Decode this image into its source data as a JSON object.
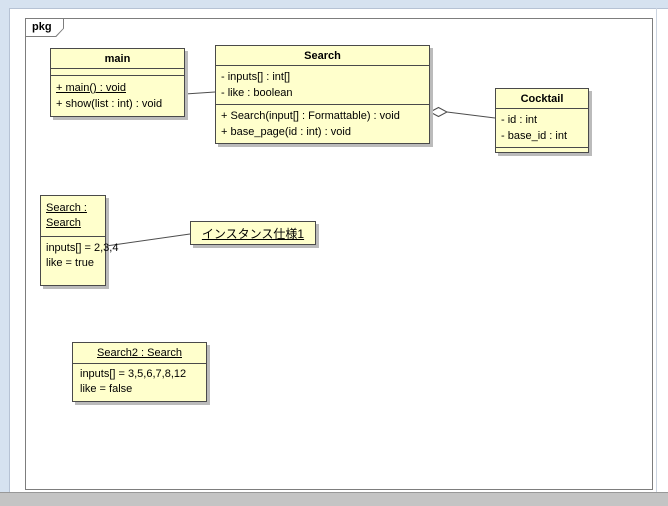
{
  "frame": {
    "tab_label": "pkg"
  },
  "classes": {
    "main": {
      "name": "main",
      "attributes": [],
      "operations": [
        "+ main() : void",
        "+ show(list : int) : void"
      ]
    },
    "search": {
      "name": "Search",
      "attributes": [
        "- inputs[] : int[]",
        "- like : boolean"
      ],
      "operations": [
        "+ Search(input[] : Formattable) : void",
        "+ base_page(id : int) : void"
      ]
    },
    "cocktail": {
      "name": "Cocktail",
      "attributes": [
        "- id : int",
        "- base_id : int"
      ],
      "operations": []
    }
  },
  "instances": {
    "search_instance": {
      "name": "Search : Search",
      "slots": [
        "inputs[] = 2,3,4",
        "like = true"
      ]
    },
    "instance_spec_label": "インスタンス仕様1",
    "search2_instance": {
      "name": "Search2 : Search",
      "slots": [
        "inputs[] = 3,5,6,7,8,12",
        "like = false"
      ]
    }
  },
  "relations": {
    "main_search": "association",
    "search_cocktail": "aggregation",
    "instance_spec_link": "link"
  },
  "colors": {
    "box_fill": "#ffffcc",
    "box_border": "#4a4a4a",
    "connector": "#4d4d4d",
    "shadow": "#bbbbbb"
  }
}
